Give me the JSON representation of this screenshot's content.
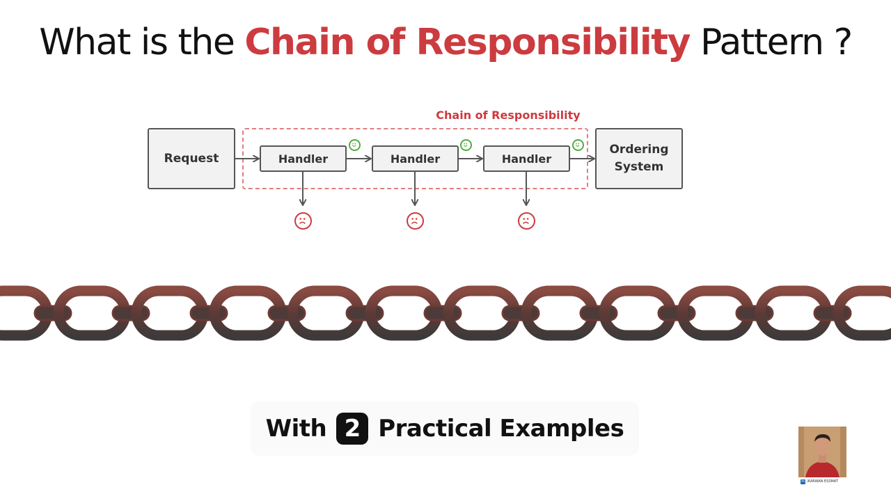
{
  "title": {
    "prefix": "What is the",
    "highlight": "Chain of Responsibility",
    "suffix": "Pattern ?"
  },
  "diagram": {
    "group_label": "Chain of Responsibility",
    "request": "Request",
    "handlers": [
      "Handler",
      "Handler",
      "Handler"
    ],
    "ordering_system": [
      "Ordering",
      "System"
    ]
  },
  "subtitle": {
    "before": "With",
    "number": "2",
    "after": "Practical Examples"
  },
  "presenter": {
    "handle": "/KARWAN ESSMAT",
    "linkedin_label": "in"
  },
  "colors": {
    "accent_red": "#cc3b3f",
    "happy_green": "#4fae40",
    "box_border": "#555555",
    "box_fill": "#f2f2f2",
    "chain_rust": "#6e3a34"
  }
}
